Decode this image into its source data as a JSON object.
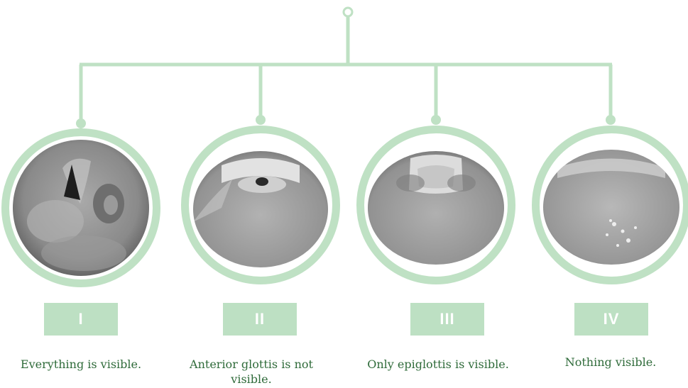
{
  "accent_color": "#bfe1c4",
  "grades": [
    {
      "numeral": "I",
      "description": "Everything is visible.",
      "icon": "open-glottis-view-image"
    },
    {
      "numeral": "II",
      "description": "Anterior glottis is not visible.",
      "icon": "partial-glottis-view-image"
    },
    {
      "numeral": "III",
      "description": "Only epiglottis is visible.",
      "icon": "epiglottis-only-view-image"
    },
    {
      "numeral": "IV",
      "description": "Nothing visible.",
      "icon": "palate-only-view-image"
    }
  ]
}
